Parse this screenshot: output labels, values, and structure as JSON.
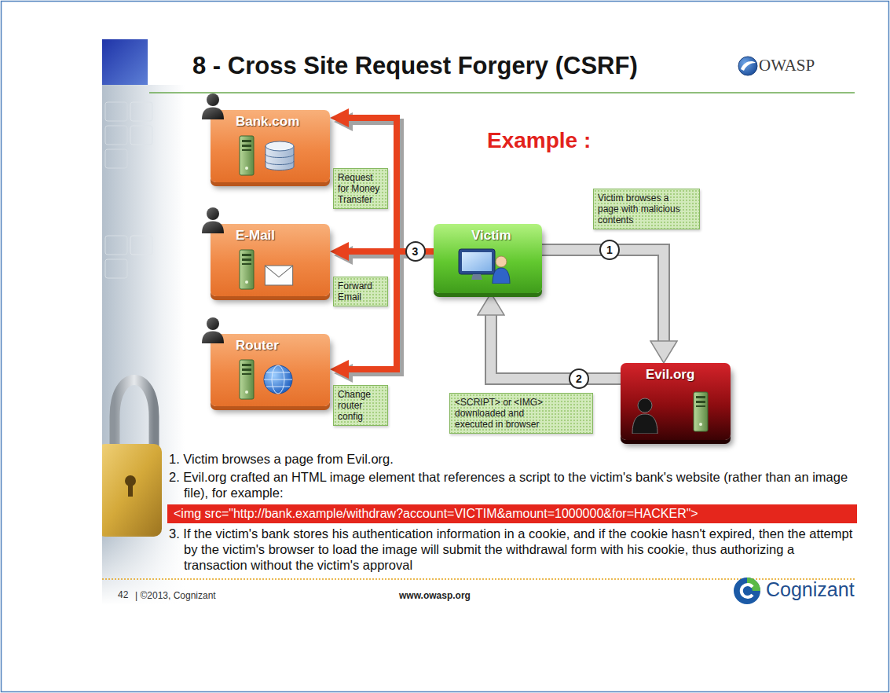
{
  "diagram": {
    "title": "8 - Cross Site Request Forgery (CSRF)",
    "nodes": [
      {
        "text": [
          "Bank.com"
        ]
      },
      {
        "text": [
          "Request for Money Transfer"
        ]
      },
      {
        "text": [
          "E-Mail"
        ]
      },
      {
        "text": [
          "Forward Email"
        ]
      },
      {
        "text": [
          "Router"
        ]
      },
      {
        "text": [
          "Change router config"
        ]
      },
      {
        "text": [
          "Victim"
        ]
      },
      {
        "text": [
          "Victim browses a page with malicious contents"
        ]
      },
      {
        "text": [
          "Evil.org"
        ]
      },
      {
        "text": [
          "<SCRIPT> or <IMG> downloaded and executed in browser"
        ]
      },
      {
        "text": [
          "<img src=\"http://bank.example/withdraw?account=VICTIM&amount=1000000&for=HACKER\">"
        ]
      }
    ],
    "edges": [
      {
        "from": 6,
        "to": 0,
        "arrow": "to"
      },
      {
        "from": 6,
        "to": 2,
        "arrow": "to",
        "label": "3"
      },
      {
        "from": 6,
        "to": 4,
        "arrow": "to"
      },
      {
        "from": 6,
        "to": 8,
        "arrow": "to",
        "label": "1"
      },
      {
        "from": 8,
        "to": 6,
        "arrow": "to",
        "label": "2"
      }
    ],
    "labels": [
      "OWASP",
      "Example :",
      "1. Victim browses a page from Evil.org.",
      "2. Evil.org crafted an HTML image element that references a script to the victim's bank's website (rather than an image file), for example:",
      "3. If the victim's bank stores his authentication information in a cookie, and if the cookie hasn't expired, then the attempt by the victim's browser to load the image will submit the withdrawal form with his cookie, thus authorizing a transaction without the victim's approval",
      "42",
      "| ©2013, Cognizant",
      "www.owasp.org",
      "Cognizant"
    ]
  }
}
